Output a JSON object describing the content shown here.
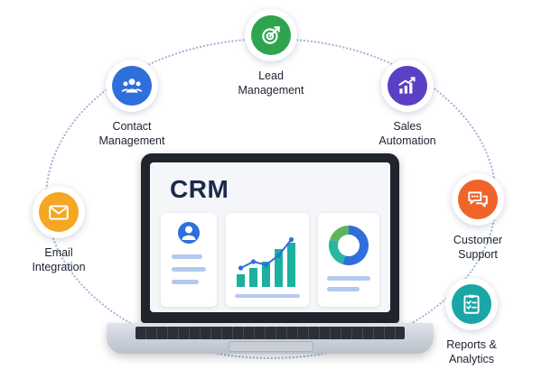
{
  "app_title": "CRM",
  "features": [
    {
      "id": "lead-management",
      "label": "Lead\nManagement",
      "icon": "target-icon",
      "color": "#2ea44f"
    },
    {
      "id": "contact-management",
      "label": "Contact\nManagement",
      "icon": "users-icon",
      "color": "#2f6fdc"
    },
    {
      "id": "sales-automation",
      "label": "Sales\nAutomation",
      "icon": "growth-chart-icon",
      "color": "#5b3fc4"
    },
    {
      "id": "email-integration",
      "label": "Email\nIntegration",
      "icon": "envelope-icon",
      "color": "#f5a623"
    },
    {
      "id": "customer-support",
      "label": "Customer\nSupport",
      "icon": "chat-bubbles-icon",
      "color": "#f0642a"
    },
    {
      "id": "reports-analytics",
      "label": "Reports &\nAnalytics",
      "icon": "clipboard-checklist-icon",
      "color": "#1aa6a6"
    }
  ],
  "colors": {
    "orbit": "#9fb4d6",
    "chart_bar": "#1bb0a0",
    "chart_line": "#2f6fdc",
    "donut_primary": "#2f6fdc",
    "donut_secondary": "#28b5a4",
    "donut_accent": "#5fb35c"
  },
  "screen_chart": {
    "type": "bar",
    "values": [
      2,
      3,
      4,
      6,
      7
    ],
    "line": [
      3,
      4,
      3.5,
      5,
      7.5
    ],
    "ylim": [
      0,
      8
    ]
  },
  "screen_donut": {
    "type": "pie",
    "values": [
      55,
      25,
      20
    ]
  }
}
